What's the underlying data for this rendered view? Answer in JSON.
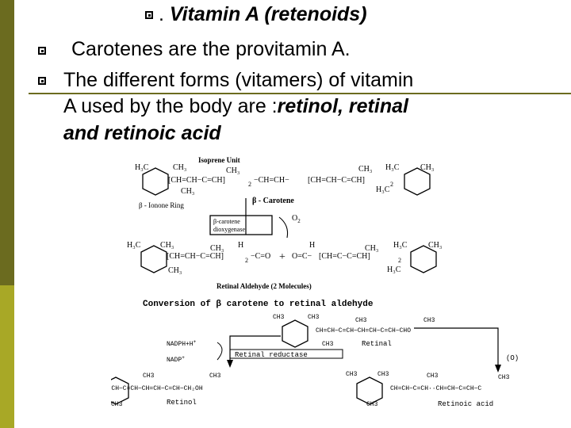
{
  "slide": {
    "title_prefix": ". ",
    "title": "Vitamin A (retenoids)",
    "bullet1": "Carotenes are the provitamin A.",
    "bullet2_line1": "The different forms (vitamers) of vitamin",
    "bullet2_line2_plain": "A used by the body are :",
    "bullet2_line2_em": "retinol, retinal",
    "bullet2_line3_em": "and retinoic acid"
  },
  "diagram": {
    "isoprene_unit": "Isoprene Unit",
    "beta_ionone_ring": "β - Ionone Ring",
    "beta_carotene": "β - Carotene",
    "enzyme_line1": "β-carotene",
    "enzyme_line2": "dioxygenase",
    "o2": "O",
    "o2_sub": "2",
    "retinal_aldehyde": "Retinal Aldehyde (2 Molecules)",
    "conversion_title": "Conversion of β carotene to retinal aldehyde",
    "retinal": "Retinal",
    "retinal_reductase": "Retinal reductase",
    "nadph": "NADPH+H",
    "nadp": "NADP",
    "oxidation": "(O)",
    "retinol": "Retinol",
    "retinoic_acid": "Retinoic acid",
    "h3c": "H₃C",
    "ch3": "CH₃",
    "ch3_plain": "CH3",
    "chain_carotene_left": "[CH=CH−C=CH]",
    "chain_carotene_mid": "−CH=CH−",
    "chain_carotene_right": "[CH=CH−C=CH]",
    "sub2": "2",
    "chain_aldehyde_left": "[CH=CH−C=CH]",
    "aldehyde_left_end": "−C=O",
    "plus": "+",
    "aldehyde_right_start": "O=C−",
    "chain_aldehyde_right": "[CH=C−C=CH]",
    "h": "H",
    "retinal_chain": "CH=CH−C=CH−CH=CH−C=CH−CHO",
    "retinol_chain": "CH=CH−C=CH−CH=CH−C=CH−CH₂OH",
    "retinoic_chain": "CH=CH−C=CH··CH=CH−C=CH−C"
  }
}
